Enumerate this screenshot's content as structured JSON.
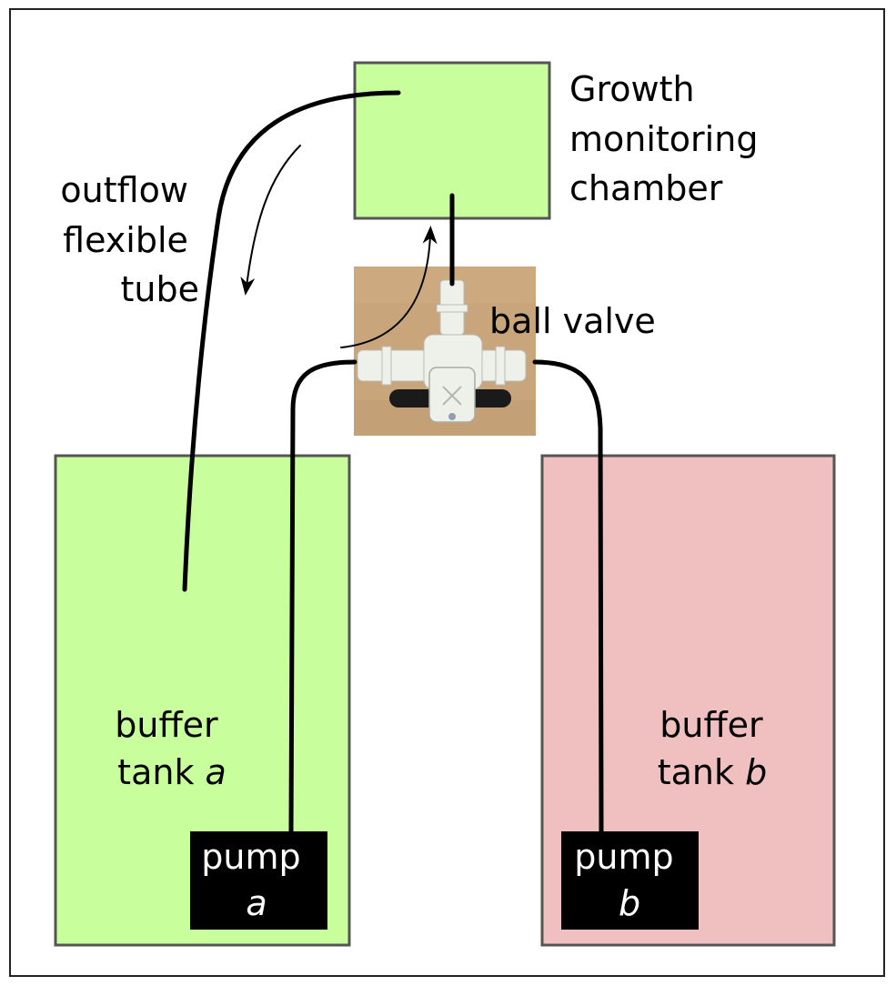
{
  "labels": {
    "chamber_line1": "Growth",
    "chamber_line2": "monitoring",
    "chamber_line3": "chamber",
    "outflow_line1": "outflow",
    "outflow_line2": "flexible",
    "outflow_line3": "tube",
    "valve": "ball valve",
    "tank_a_line1": "buffer",
    "tank_a_line2_prefix": "tank ",
    "tank_a_line2_letter": "a",
    "tank_b_line1": "buffer",
    "tank_b_line2_prefix": "tank ",
    "tank_b_line2_letter": "b",
    "pump_a_line1": "pump",
    "pump_a_line2": "a",
    "pump_b_line1": "pump",
    "pump_b_line2": "b"
  },
  "colors": {
    "green_fill": "#c8ff9c",
    "pink_fill": "#f0c0c0",
    "box_stroke": "#555555",
    "pump_fill": "#000000",
    "photo_bg": "#c9a57b",
    "valve_body": "#eef0ea"
  }
}
